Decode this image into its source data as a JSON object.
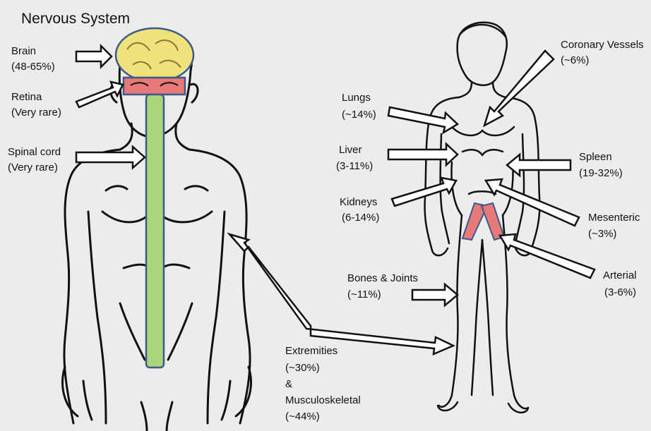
{
  "title": "Nervous System",
  "labels": {
    "brain_name": "Brain",
    "brain_value": "(48-65%)",
    "retina_name": "Retina",
    "retina_value": "(Very rare)",
    "spinal_name": "Spinal cord",
    "spinal_value": "(Very rare)",
    "lungs_name": "Lungs",
    "lungs_value": "(~14%)",
    "liver_name": "Liver",
    "liver_value": "(3-11%)",
    "kidneys_name": "Kidneys",
    "kidneys_value": "(6-14%)",
    "coronary_name": "Coronary Vessels",
    "coronary_value": "(~6%)",
    "spleen_name": "Spleen",
    "spleen_value": "(19-32%)",
    "mesenteric_name": "Mesenteric",
    "mesenteric_value": "(~3%)",
    "arterial_name": "Arterial",
    "arterial_value": "(3-6%)",
    "bones_name": "Bones & Joints",
    "bones_value": "(~11%)",
    "extremities_name": "Extremities",
    "extremities_value": "(~30%)",
    "amp": "&",
    "musculo_name": "Musculoskeletal",
    "musculo_value": "(~44%)"
  },
  "colors": {
    "background": "#ececec",
    "outline": "#111111",
    "brain_fill": "#f0e27a",
    "region_outline": "#3a5a8c",
    "retina_fill": "#e77a78",
    "spinal_fill": "#a9d67a",
    "vessel_fill": "#e77a78",
    "arrow_fill": "#ffffff"
  }
}
